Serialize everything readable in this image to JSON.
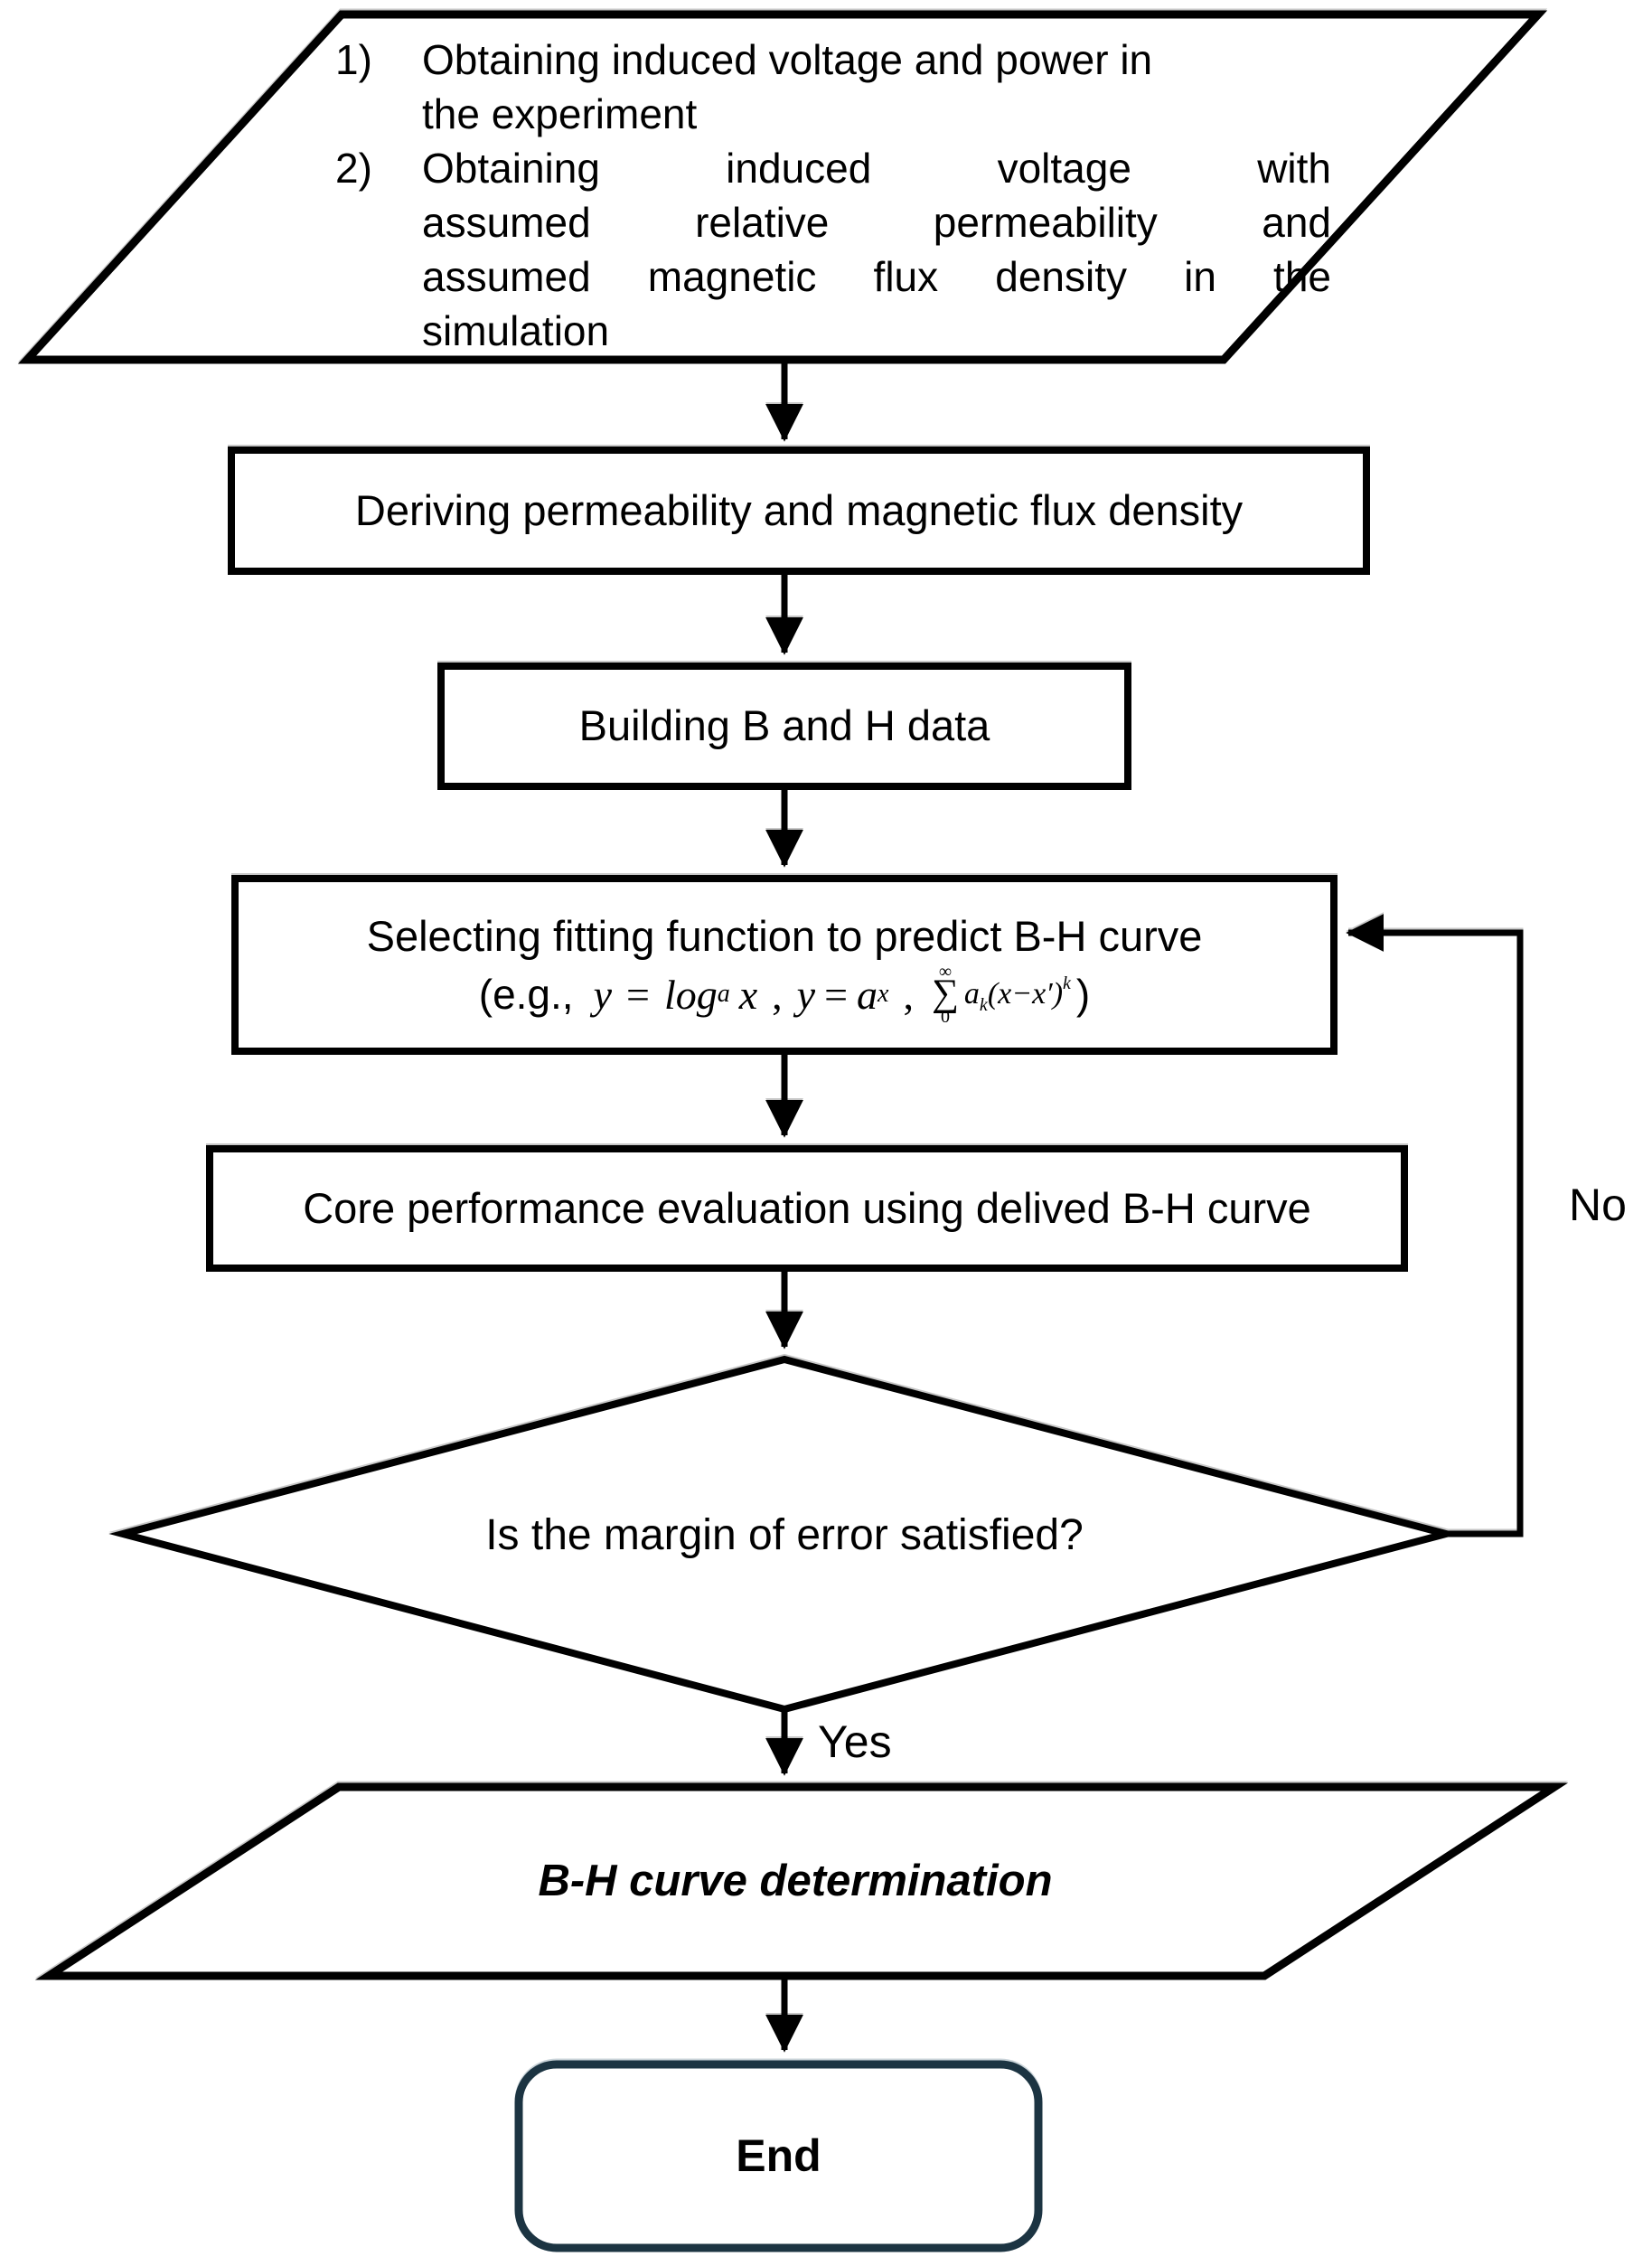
{
  "canvas": {
    "background": "#ffffff",
    "ink": "#000000",
    "end_border_color": "#1c3442"
  },
  "nodes": {
    "input": {
      "shape": "parallelogram",
      "items": [
        {
          "num": "1)",
          "text": "Obtaining induced voltage and power in\nthe experiment"
        },
        {
          "num": "2)",
          "text_justified": "Obtaining induced voltage with\nassumed relative permeability and\nassumed magnetic flux density in the",
          "text_last_line": "simulation"
        }
      ]
    },
    "derive": {
      "shape": "rect",
      "label": "Deriving permeability and magnetic flux density"
    },
    "build": {
      "shape": "rect",
      "label": "Building B and H data"
    },
    "select": {
      "shape": "rect",
      "label": "Selecting fitting function to predict B-H curve",
      "formula": {
        "open": "(e.g.,",
        "y1": "y",
        "eq1": "=",
        "log": "log",
        "log_base": "a",
        "x1": "x",
        "comma1": ",",
        "y2": "y",
        "eq2": "=",
        "a2": "a",
        "a2_exp": "x",
        "comma2": ",",
        "sum_upper": "∞",
        "sum_sigma": "∑",
        "sum_lower": "0",
        "coef": "a",
        "coef_sub": "k",
        "term": "(x−x′)",
        "term_exp": "k",
        "close": ")"
      }
    },
    "core": {
      "shape": "rect",
      "label": "Core performance evaluation using delived B-H curve"
    },
    "decision": {
      "shape": "diamond",
      "label": "Is the margin of error satisfied?",
      "yes_label": "Yes",
      "no_label": "No"
    },
    "output": {
      "shape": "parallelogram",
      "label": "B-H curve determination"
    },
    "end": {
      "shape": "rounded-rect",
      "label": "End"
    }
  }
}
